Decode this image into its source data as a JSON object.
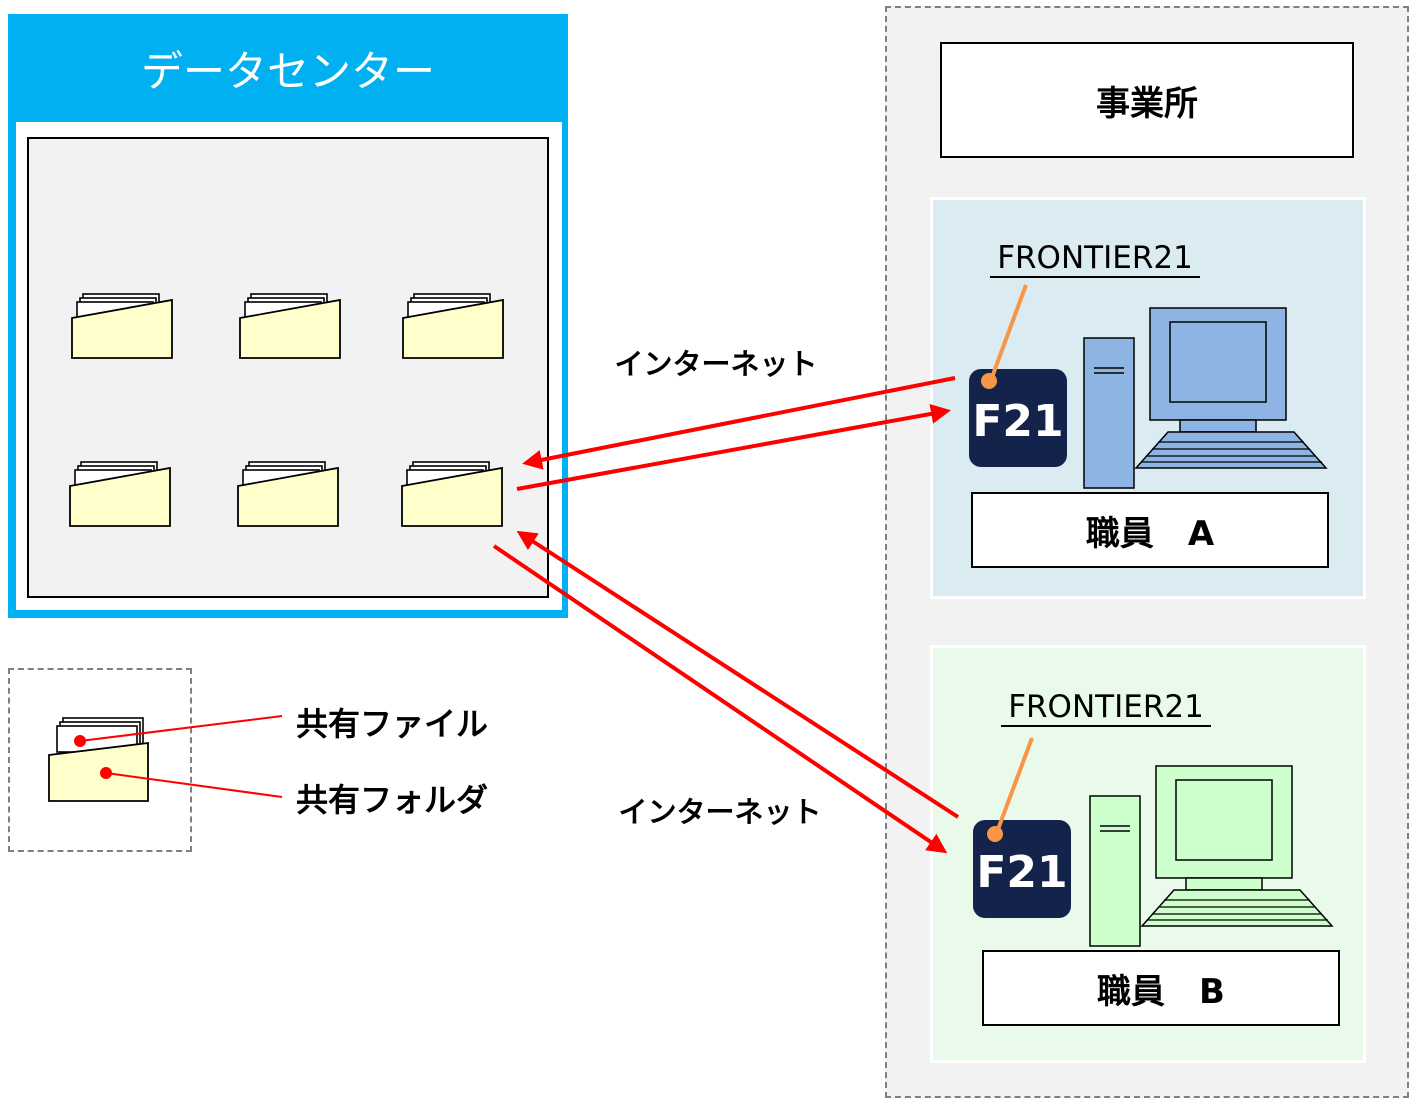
{
  "datacenter": {
    "title": "データセンター"
  },
  "office": {
    "title": "事業所"
  },
  "staff_a": {
    "app_name": "FRONTIER21",
    "app_icon": "F21",
    "label": "職員　A",
    "panel_color": "#daebf2",
    "pc_color": "#8eb4e3"
  },
  "staff_b": {
    "app_name": "FRONTIER21",
    "app_icon": "F21",
    "label": "職員　B",
    "panel_color": "#eafaea",
    "pc_color": "#ccffcc"
  },
  "links": {
    "top": "インターネット",
    "bottom": "インターネット"
  },
  "legend": {
    "shared_file": "共有ファイル",
    "shared_folder": "共有フォルダ"
  },
  "colors": {
    "accent": "#00b0f0",
    "arrow": "#ff0000",
    "icon_bg": "#14234b",
    "pointer": "#f79646",
    "folder": "#ffffcc"
  }
}
